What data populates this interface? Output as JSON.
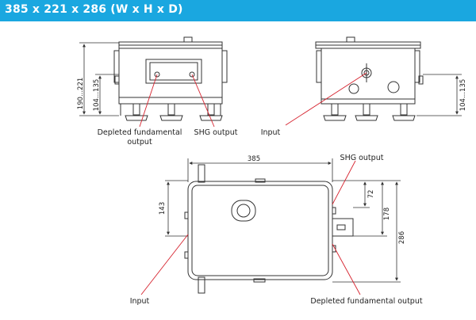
{
  "header": {
    "title": "385 x 221 x 286 (W x H x D)",
    "bar_color": "#1aa7e0"
  },
  "colors": {
    "line": "#333333",
    "callout": "#d6222e"
  },
  "front_view": {
    "dim_height": "190...221",
    "dim_inner": "104...135",
    "label_depleted_line1": "Depleted fundamental",
    "label_depleted_line2": "output",
    "label_shg": "SHG output"
  },
  "side_view": {
    "dim_inner": "104...135",
    "label_input": "Input"
  },
  "top_view": {
    "dim_width": "385",
    "dim_left": "143",
    "dim_72": "72",
    "dim_178": "178",
    "dim_286": "286",
    "label_shg": "SHG output",
    "label_input": "Input",
    "label_depleted": "Depleted fundamental output"
  }
}
